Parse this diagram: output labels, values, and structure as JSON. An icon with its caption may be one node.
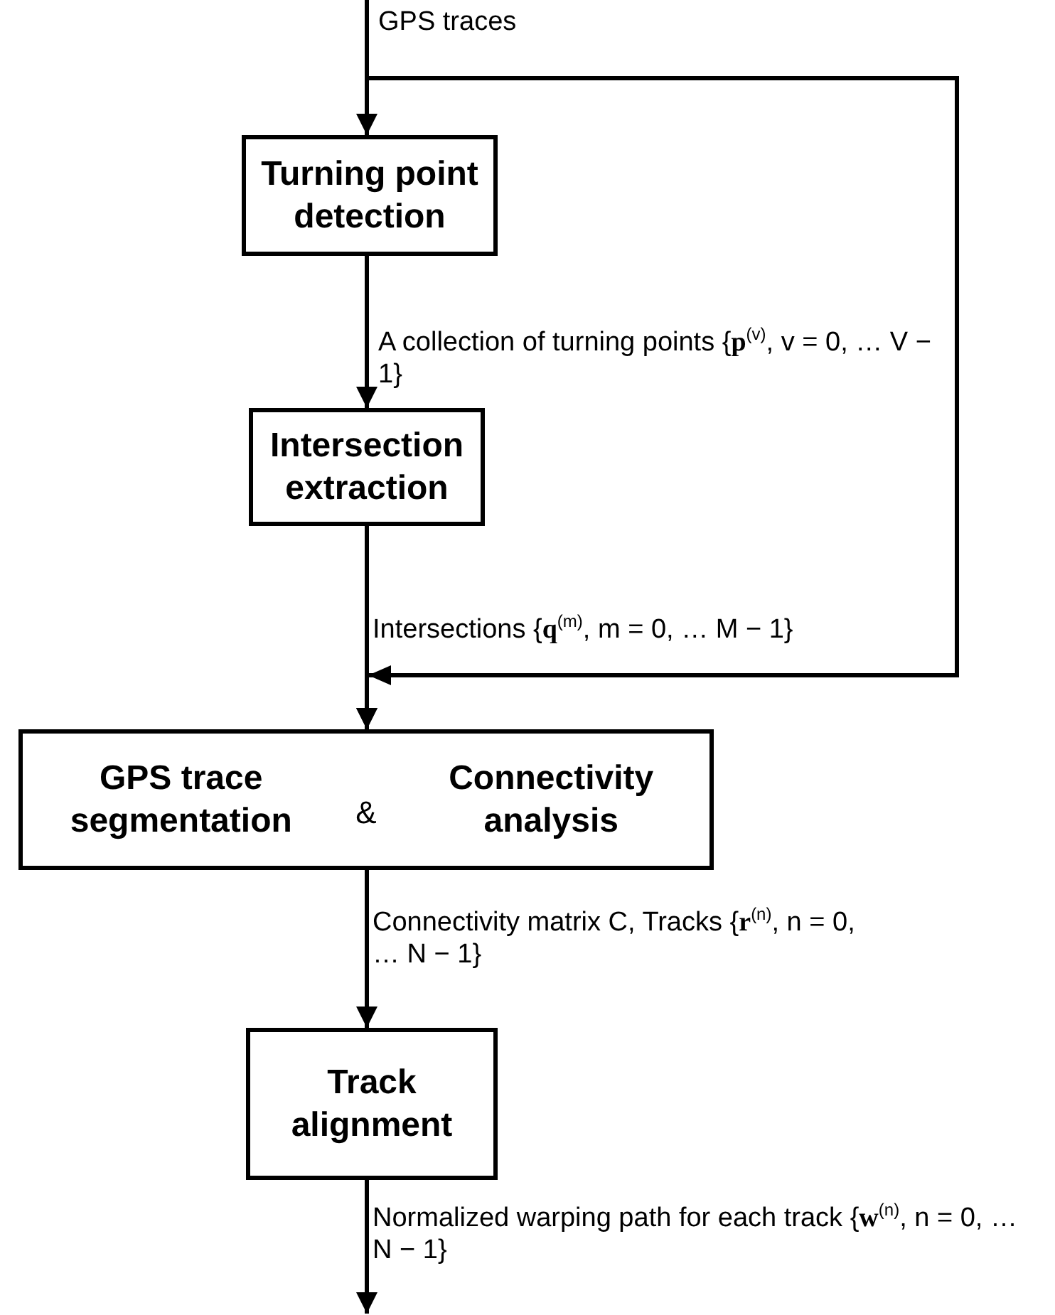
{
  "diagram": {
    "nodes": [
      {
        "text": [
          "Turning point detection"
        ]
      },
      {
        "text": [
          "Intersection extraction"
        ]
      },
      {
        "text": [
          "GPS trace segmentation",
          "&",
          "Connectivity analysis"
        ]
      },
      {
        "text": [
          "Track alignment"
        ]
      }
    ],
    "edges": [
      {
        "from": null,
        "to": 0,
        "arrow": "to",
        "label": "GPS traces"
      },
      {
        "from": null,
        "to": 2,
        "arrow": "to"
      },
      {
        "from": 0,
        "to": 1,
        "arrow": "to",
        "label": "A collection of turning points {**p**$^{(v)}$, v = 0, … V − 1}"
      },
      {
        "from": 1,
        "to": 2,
        "arrow": "to",
        "label": "Intersections {**q**$^{(m)}$, m = 0, … M − 1}"
      },
      {
        "from": 2,
        "to": 3,
        "arrow": "to",
        "label": "Connectivity matrix C, Tracks {**r**$^{(n)}$, n = 0, … N − 1}"
      },
      {
        "from": 3,
        "to": null,
        "arrow": "to",
        "label": "Normalized warping path for each track {**w**$^{(n)}$, n = 0, … N − 1}"
      }
    ]
  }
}
